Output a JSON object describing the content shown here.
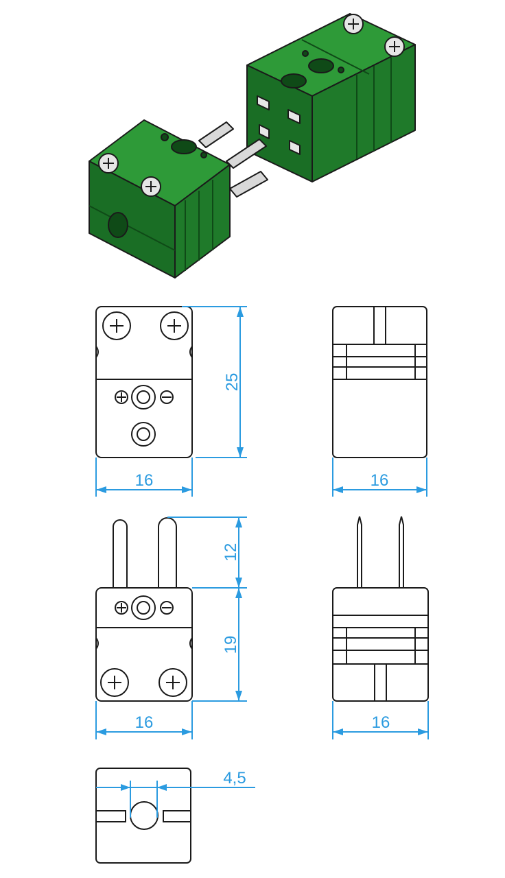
{
  "colors": {
    "body_green": "#1f7a2a",
    "body_green_light": "#2e9a38",
    "body_green_dark": "#125a1c",
    "pin_metal": "#d9d9d9",
    "outline": "#1a1a1a",
    "dimension": "#2b9be0"
  },
  "dimensions": {
    "front_height": "25",
    "front_width": "16",
    "side_width": "16",
    "pin_length": "12",
    "body_height": "19",
    "male_width": "16",
    "male_side_width": "16",
    "cable_hole": "4,5"
  }
}
